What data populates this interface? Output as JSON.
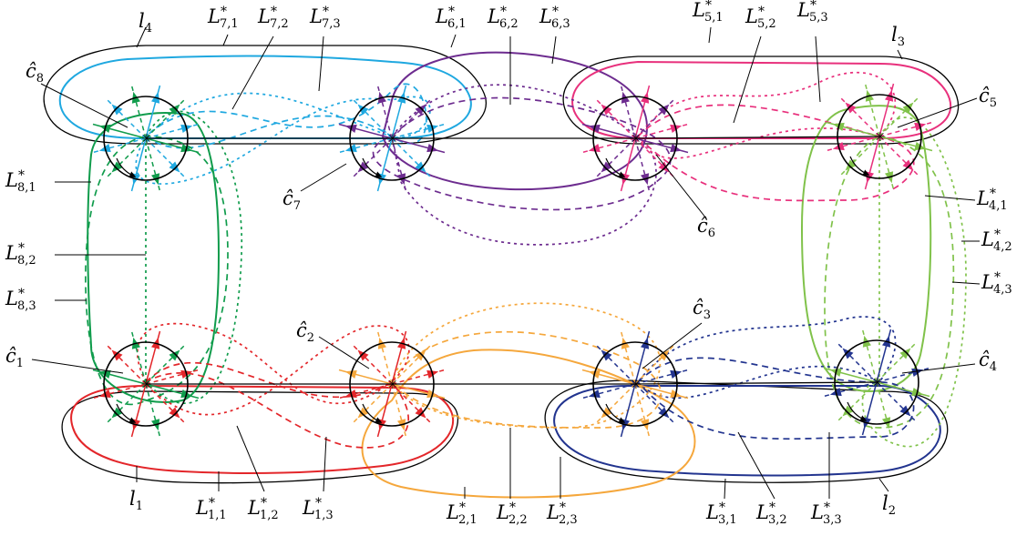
{
  "colors": {
    "black": "#000000",
    "L1": "#e3262a",
    "L2": "#f5a73c",
    "L3": "#22348f",
    "L4": "#80c24a",
    "L5": "#e8307c",
    "L6": "#6d2c8f",
    "L7": "#1fa8e0",
    "L8": "#109c4c"
  },
  "labels": {
    "l1": {
      "base": "l",
      "sub": "1"
    },
    "l2": {
      "base": "l",
      "sub": "2"
    },
    "l3": {
      "base": "l",
      "sub": "3"
    },
    "l4": {
      "base": "l",
      "sub": "4"
    },
    "c1": {
      "base": "ĉ",
      "sub": "1"
    },
    "c2": {
      "base": "ĉ",
      "sub": "2"
    },
    "c3": {
      "base": "ĉ",
      "sub": "3"
    },
    "c4": {
      "base": "ĉ",
      "sub": "4"
    },
    "c5": {
      "base": "ĉ",
      "sub": "5"
    },
    "c6": {
      "base": "ĉ",
      "sub": "6"
    },
    "c7": {
      "base": "ĉ",
      "sub": "7"
    },
    "c8": {
      "base": "ĉ",
      "sub": "8"
    },
    "L11": {
      "base": "L",
      "sup": "*",
      "sub": "1,1"
    },
    "L12": {
      "base": "L",
      "sup": "*",
      "sub": "1,2"
    },
    "L13": {
      "base": "L",
      "sup": "*",
      "sub": "1,3"
    },
    "L21": {
      "base": "L",
      "sup": "*",
      "sub": "2,1"
    },
    "L22": {
      "base": "L",
      "sup": "*",
      "sub": "2,2"
    },
    "L23": {
      "base": "L",
      "sup": "*",
      "sub": "2,3"
    },
    "L31": {
      "base": "L",
      "sup": "*",
      "sub": "3,1"
    },
    "L32": {
      "base": "L",
      "sup": "*",
      "sub": "3,2"
    },
    "L33": {
      "base": "L",
      "sup": "*",
      "sub": "3,3"
    },
    "L41": {
      "base": "L",
      "sup": "*",
      "sub": "4,1"
    },
    "L42": {
      "base": "L",
      "sup": "*",
      "sub": "4,2"
    },
    "L43": {
      "base": "L",
      "sup": "*",
      "sub": "4,3"
    },
    "L51": {
      "base": "L",
      "sup": "*",
      "sub": "5,1"
    },
    "L52": {
      "base": "L",
      "sup": "*",
      "sub": "5,2"
    },
    "L53": {
      "base": "L",
      "sup": "*",
      "sub": "5,3"
    },
    "L61": {
      "base": "L",
      "sup": "*",
      "sub": "6,1"
    },
    "L62": {
      "base": "L",
      "sup": "*",
      "sub": "6,2"
    },
    "L63": {
      "base": "L",
      "sup": "*",
      "sub": "6,3"
    },
    "L71": {
      "base": "L",
      "sup": "*",
      "sub": "7,1"
    },
    "L72": {
      "base": "L",
      "sup": "*",
      "sub": "7,2"
    },
    "L73": {
      "base": "L",
      "sup": "*",
      "sub": "7,3"
    },
    "L81": {
      "base": "L",
      "sup": "*",
      "sub": "8,1"
    },
    "L82": {
      "base": "L",
      "sup": "*",
      "sub": "8,2"
    },
    "L83": {
      "base": "L",
      "sup": "*",
      "sub": "8,3"
    }
  }
}
